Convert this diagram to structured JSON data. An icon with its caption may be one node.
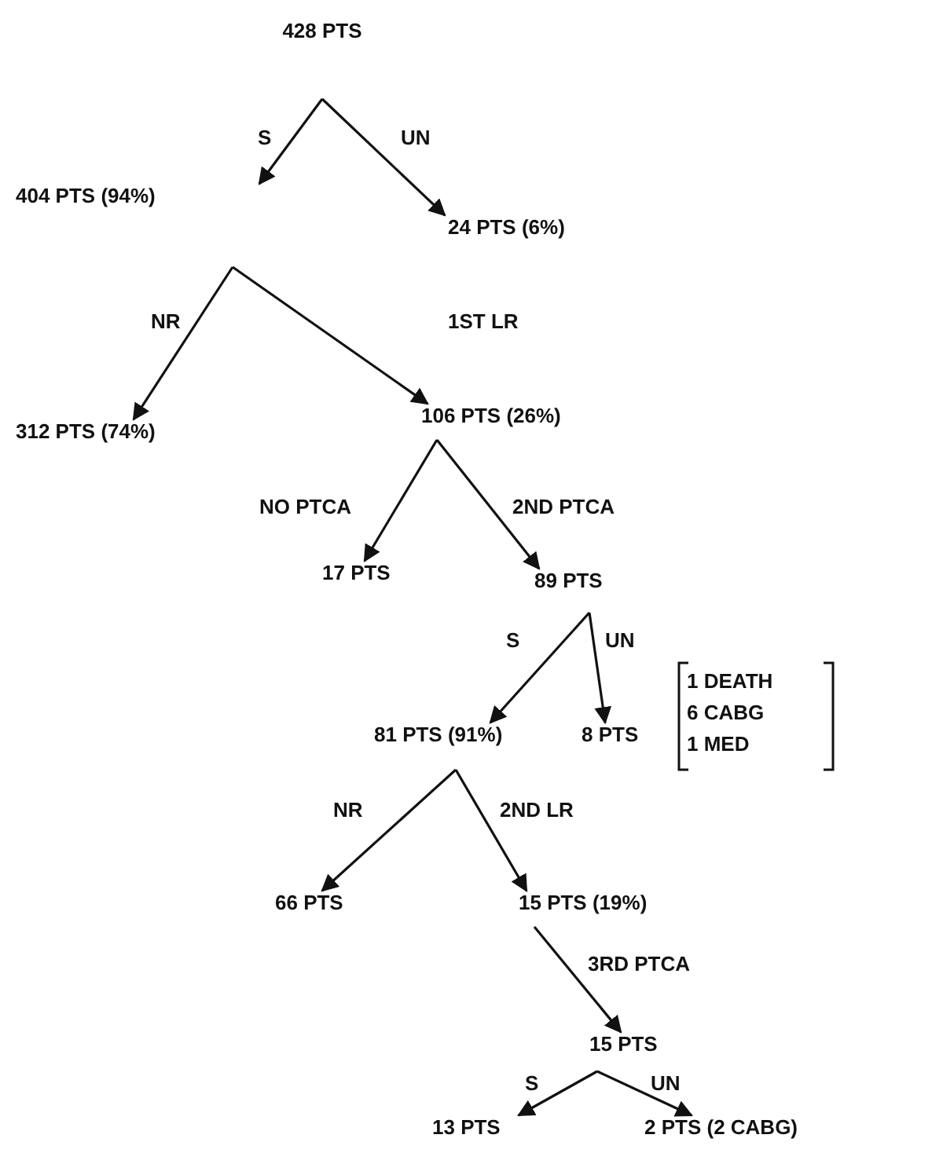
{
  "diagram": {
    "nodes": [
      {
        "text": [
          "428 PTS"
        ]
      },
      {
        "text": [
          "404 PTS (94%)"
        ]
      },
      {
        "text": [
          "24 PTS (6%)"
        ]
      },
      {
        "text": [
          "312 PTS (74%)"
        ]
      },
      {
        "text": [
          "106 PTS (26%)"
        ]
      },
      {
        "text": [
          "17 PTS"
        ]
      },
      {
        "text": [
          "89 PTS"
        ]
      },
      {
        "text": [
          "81 PTS (91%)"
        ]
      },
      {
        "text": [
          "8 PTS"
        ],
        "beside": [
          "1 DEATH",
          "6 CABG",
          "1 MED"
        ]
      },
      {
        "text": [
          "66 PTS"
        ]
      },
      {
        "text": [
          "15 PTS (19%)"
        ]
      },
      {
        "text": [
          "15 PTS"
        ]
      },
      {
        "text": [
          "13 PTS"
        ]
      },
      {
        "text": [
          "2 PTS (2 CABG)"
        ]
      }
    ],
    "edges": [
      {
        "from": 0,
        "to": 1,
        "arrow": "to",
        "label": "S"
      },
      {
        "from": 0,
        "to": 2,
        "arrow": "to",
        "label": "UN"
      },
      {
        "from": 1,
        "to": 3,
        "arrow": "to",
        "label": "NR"
      },
      {
        "from": 1,
        "to": 4,
        "arrow": "to",
        "label": "1ST LR"
      },
      {
        "from": 4,
        "to": 5,
        "arrow": "to",
        "label": "NO PTCA"
      },
      {
        "from": 4,
        "to": 6,
        "arrow": "to",
        "label": "2ND PTCA"
      },
      {
        "from": 6,
        "to": 7,
        "arrow": "to",
        "label": "S"
      },
      {
        "from": 6,
        "to": 8,
        "arrow": "to",
        "label": "UN"
      },
      {
        "from": 7,
        "to": 9,
        "arrow": "to",
        "label": "NR"
      },
      {
        "from": 7,
        "to": 10,
        "arrow": "to",
        "label": "2ND LR"
      },
      {
        "from": 10,
        "to": 11,
        "arrow": "to",
        "label": "3RD PTCA"
      },
      {
        "from": 11,
        "to": 12,
        "arrow": "to",
        "label": "S"
      },
      {
        "from": 11,
        "to": 13,
        "arrow": "to",
        "label": "UN"
      }
    ]
  }
}
